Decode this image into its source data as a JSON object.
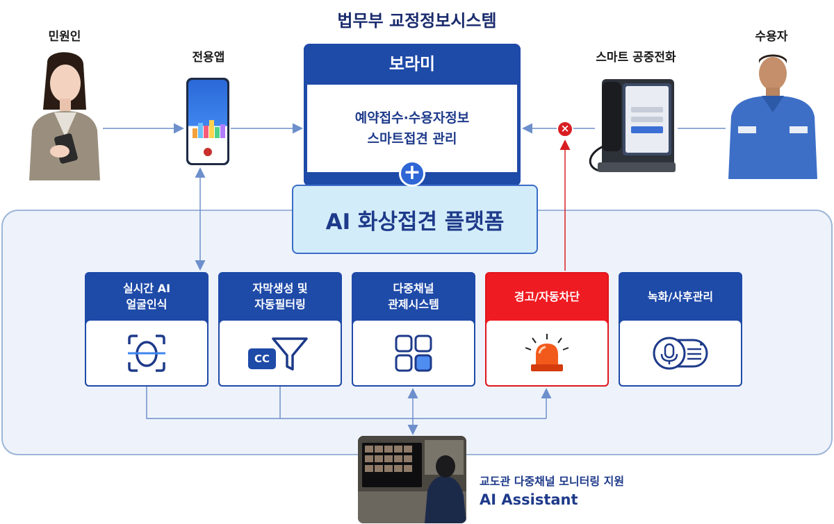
{
  "title": "법무부 교정정보시스템",
  "actors": {
    "civilian": "민원인",
    "app": "전용앱",
    "smart_phone": "스마트 공중전화",
    "inmate": "수용자"
  },
  "borami": {
    "name": "보라미",
    "line1": "예약접수·수용자정보",
    "line2": "스마트접견 관리",
    "plus": "+"
  },
  "platform": {
    "name": "AI 화상접견 플랫폼"
  },
  "modules": [
    {
      "label": "실시간 AI\n얼굴인식",
      "icon": "face-scan-icon"
    },
    {
      "label": "자막생성 및\n자동필터링",
      "icon": "caption-filter-icon",
      "badge": "CC"
    },
    {
      "label": "다중채널\n관제시스템",
      "icon": "grid-icon"
    },
    {
      "label": "경고/자동차단",
      "icon": "alarm-siren-icon"
    },
    {
      "label": "녹화/사후관리",
      "icon": "microphone-record-icon"
    }
  ],
  "blocked_mark": "×",
  "assistant": {
    "line1": "교도관 다중채널 모니터링 지원",
    "line2": "AI Assistant"
  },
  "colors": {
    "primary": "#1e4aa8",
    "alert": "#ef1b22",
    "platform_bg": "#eef3fb",
    "ai_platform": "#d3ecf9"
  }
}
